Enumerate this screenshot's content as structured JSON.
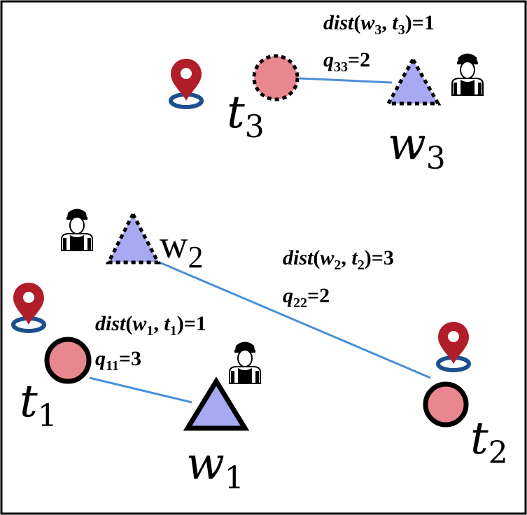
{
  "colors": {
    "task_fill": "#e8878f",
    "worker_fill": "#a7a9f2",
    "edge": "#4a90d9",
    "pin_red": "#b01e2a",
    "pin_blue": "#1d4f8f",
    "stroke": "#000000"
  },
  "tasks": [
    {
      "id": "t1",
      "letter": "t",
      "sub": "1",
      "border": "solid",
      "pin": true
    },
    {
      "id": "t2",
      "letter": "t",
      "sub": "2",
      "border": "solid",
      "pin": true
    },
    {
      "id": "t3",
      "letter": "t",
      "sub": "3",
      "border": "dashed",
      "pin": true
    }
  ],
  "workers": [
    {
      "id": "w1",
      "letter": "w",
      "sub": "1",
      "border": "solid",
      "icon": "worker-icon"
    },
    {
      "id": "w2",
      "letter": "w",
      "sub": "2",
      "border": "dashed",
      "icon": "worker-icon"
    },
    {
      "id": "w3",
      "letter": "w",
      "sub": "3",
      "border": "dashed",
      "icon": "worker-icon"
    }
  ],
  "edges": [
    {
      "from": "w1",
      "to": "t1",
      "dist_label": {
        "pre": "dist",
        "w": "w",
        "wsub": "1",
        "t": "t",
        "tsub": "1",
        "value": "=1"
      },
      "q_label": {
        "q": "q",
        "sub": "11",
        "value": "=3"
      }
    },
    {
      "from": "w2",
      "to": "t2",
      "dist_label": {
        "pre": "dist",
        "w": "w",
        "wsub": "2",
        "t": "t",
        "tsub": "2",
        "value": "=3"
      },
      "q_label": {
        "q": "q",
        "sub": "22",
        "value": "=2"
      }
    },
    {
      "from": "w3",
      "to": "t3",
      "dist_label": {
        "pre": "dist",
        "w": "w",
        "wsub": "3",
        "t": "t",
        "tsub": "3",
        "value": "=1"
      },
      "q_label": {
        "q": "q",
        "sub": "33",
        "value": "=2"
      }
    }
  ]
}
